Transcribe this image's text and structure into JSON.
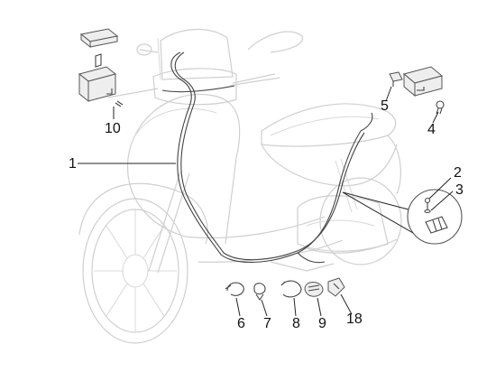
{
  "diagram": {
    "callouts": [
      {
        "id": "c1",
        "text": "1"
      },
      {
        "id": "c2",
        "text": "2"
      },
      {
        "id": "c3",
        "text": "3"
      },
      {
        "id": "c4",
        "text": "4"
      },
      {
        "id": "c5",
        "text": "5"
      },
      {
        "id": "c6",
        "text": "6"
      },
      {
        "id": "c7",
        "text": "7"
      },
      {
        "id": "c8",
        "text": "8"
      },
      {
        "id": "c9",
        "text": "9"
      },
      {
        "id": "c10",
        "text": "10"
      },
      {
        "id": "c18",
        "text": "18"
      }
    ]
  }
}
